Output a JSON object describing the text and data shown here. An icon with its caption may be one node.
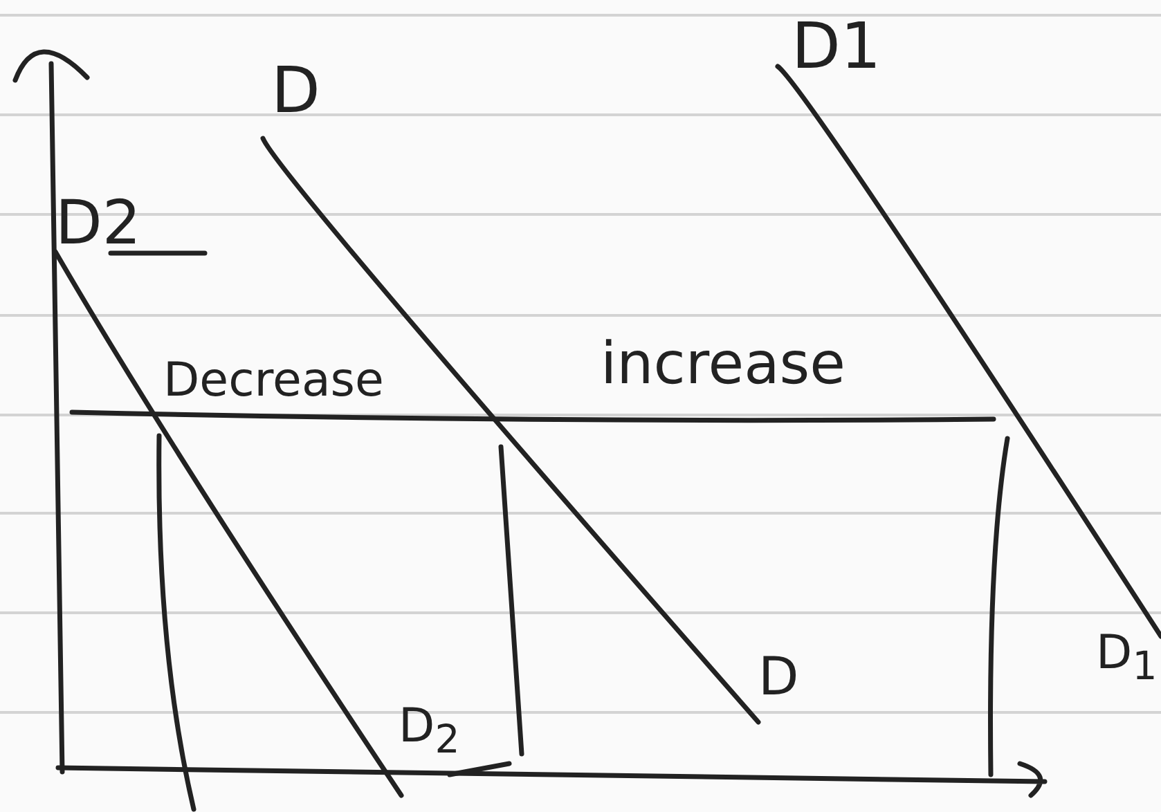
{
  "diagram": {
    "labels": [
      "D",
      "D1",
      "D2",
      "Decrease",
      "increase",
      "D$_{2}$",
      "D",
      "D$_{1}$"
    ]
  }
}
